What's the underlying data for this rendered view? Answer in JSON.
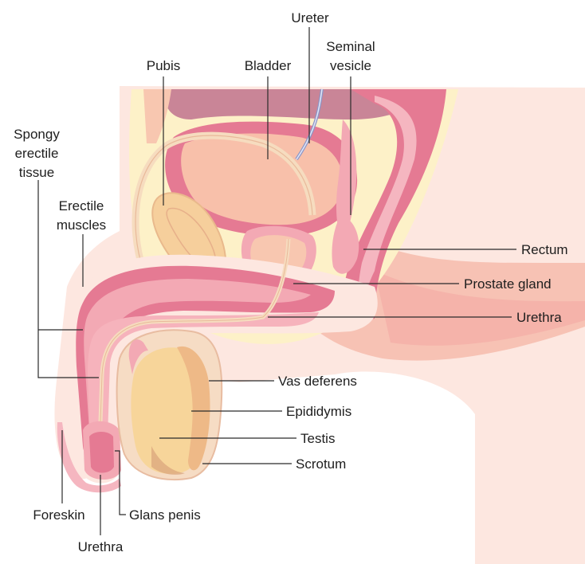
{
  "labels": {
    "ureter": "Ureter",
    "seminal_vesicle_line1": "Seminal",
    "seminal_vesicle_line2": "vesicle",
    "pubis": "Pubis",
    "bladder": "Bladder",
    "spongy_line1": "Spongy",
    "spongy_line2": "erectile",
    "spongy_line3": "tissue",
    "erectile_muscles_line1": "Erectile",
    "erectile_muscles_line2": "muscles",
    "rectum": "Rectum",
    "prostate_gland": "Prostate gland",
    "urethra_right": "Urethra",
    "vas_deferens": "Vas deferens",
    "epididymis": "Epididymis",
    "testis": "Testis",
    "scrotum": "Scrotum",
    "foreskin": "Foreskin",
    "glans_penis": "Glans penis",
    "urethra_bottom": "Urethra"
  },
  "colors": {
    "skin": "#fde7e0",
    "cream": "#fdf1c8",
    "peach": "#f8c7b0",
    "pink": "#f3a9b4",
    "deep_pink": "#e57a93",
    "mauve": "#c98597",
    "testis": "#f7d59a",
    "tan": "#d9a37a",
    "ureter_blue": "#8c96c8"
  }
}
